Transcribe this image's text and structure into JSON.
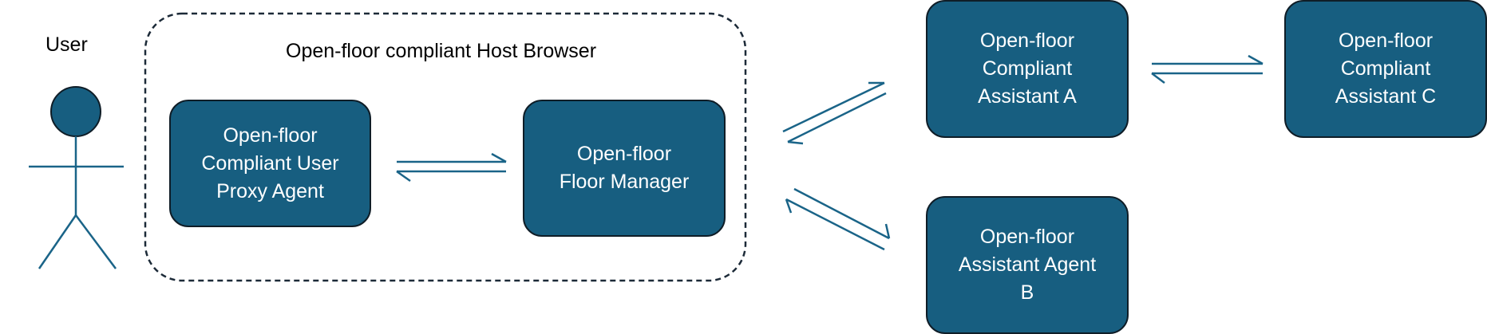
{
  "colors": {
    "node_fill": "#175e80",
    "node_border": "#0f1d27",
    "arrow": "#1a6488",
    "container_border": "#1c2a38",
    "actor": "#175e80",
    "actor_line": "#1a6488"
  },
  "actor": {
    "label": "User"
  },
  "container": {
    "title": "Open-floor compliant Host Browser"
  },
  "nodes": {
    "user_proxy": "Open-floor\nCompliant  User\nProxy Agent",
    "floor_manager": "Open-floor\nFloor Manager",
    "assistant_a": "Open-floor\nCompliant\nAssistant A",
    "assistant_b": "Open-floor\nAssistant Agent\nB",
    "assistant_c": "Open-floor\nCompliant\nAssistant C"
  }
}
